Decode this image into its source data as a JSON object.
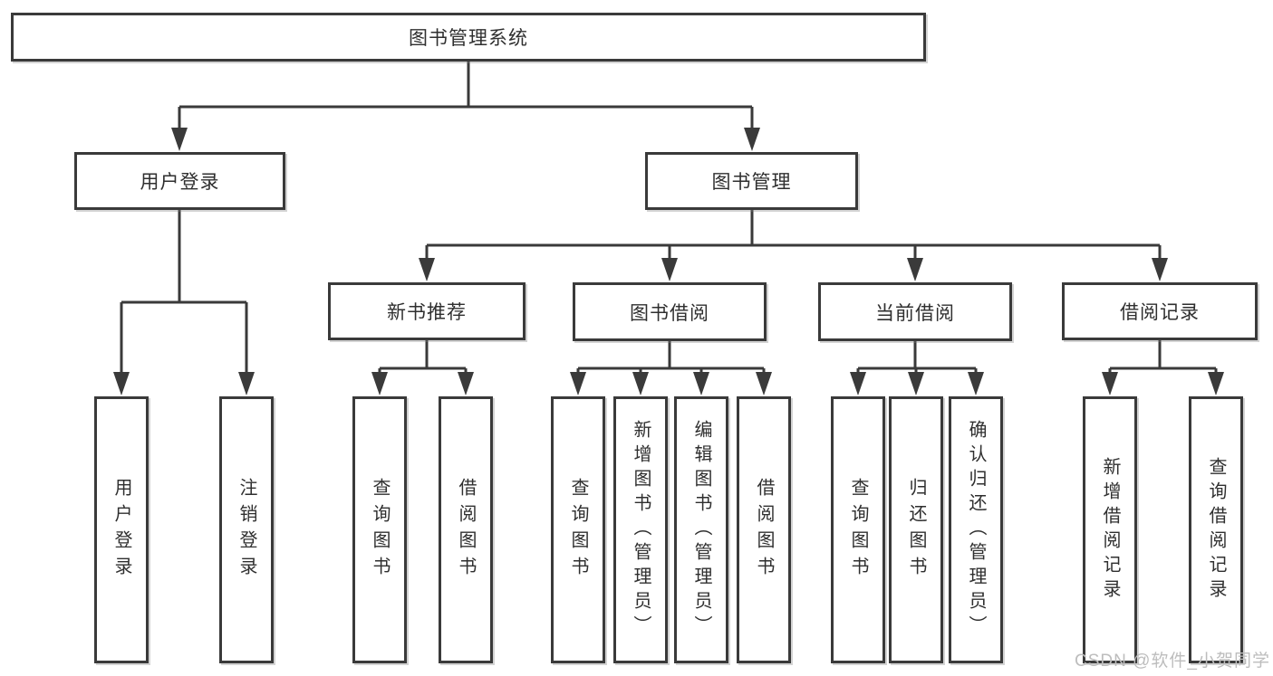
{
  "tree": {
    "label": "图书管理系统",
    "children": [
      {
        "label": "用户登录",
        "children": [
          {
            "label": "用户登录"
          },
          {
            "label": "注销登录"
          }
        ]
      },
      {
        "label": "图书管理",
        "children": [
          {
            "label": "新书推荐",
            "children": [
              {
                "label": "查询图书"
              },
              {
                "label": "借阅图书"
              }
            ]
          },
          {
            "label": "图书借阅",
            "children": [
              {
                "label": "查询图书"
              },
              {
                "label": "新增图书（管理员）"
              },
              {
                "label": "编辑图书（管理员）"
              },
              {
                "label": "借阅图书"
              }
            ]
          },
          {
            "label": "当前借阅",
            "children": [
              {
                "label": "查询图书"
              },
              {
                "label": "归还图书"
              },
              {
                "label": "确认归还（管理员）"
              }
            ]
          },
          {
            "label": "借阅记录",
            "children": [
              {
                "label": "新增借阅记录"
              },
              {
                "label": "查询借阅记录"
              }
            ]
          }
        ]
      }
    ]
  },
  "watermark": "CSDN @软件_小贺同学",
  "colors": {
    "line": "#3a3a3a",
    "text": "#2f2f2f",
    "watermark": "#bdbdbd",
    "background": "#ffffff"
  }
}
